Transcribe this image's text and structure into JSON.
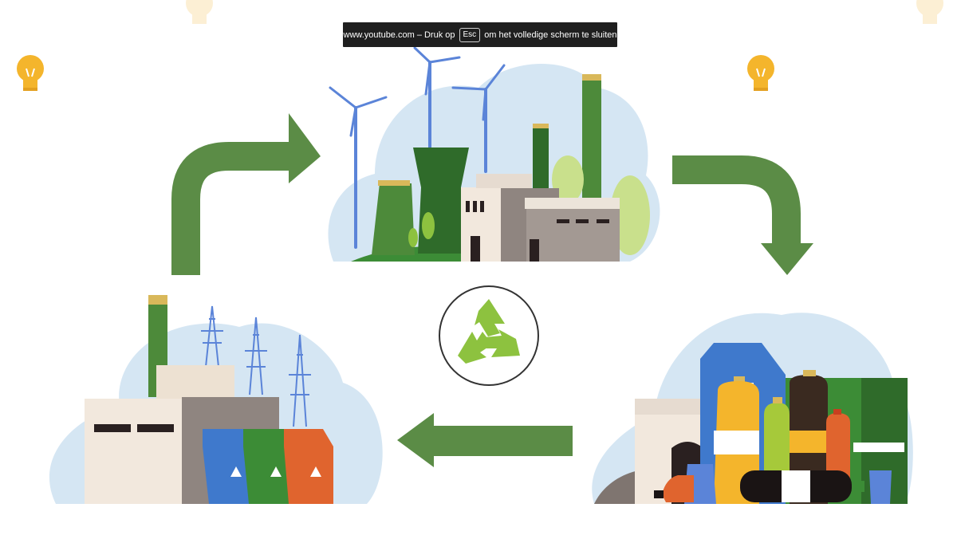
{
  "fullscreen_notice": {
    "prefix": "www.youtube.com – Druk op",
    "key_label": "Esc",
    "suffix": "om het volledige scherm te sluiten"
  },
  "colors": {
    "arrow_green": "#5b8c46",
    "dark_green": "#2f6b2a",
    "mid_green": "#4d8a3a",
    "cloud_blue": "#d5e6f3",
    "factory_beige": "#f2e8dd",
    "factory_grey": "#8f8580",
    "bin_blue": "#3f79cc",
    "bin_green": "#3c8c36",
    "bin_orange": "#e0642e",
    "recycle_green": "#8dc23f",
    "bulb_yellow": "#f4b52c",
    "turbine_blue": "#5b84d8"
  },
  "icons": {
    "center": "recycle-icon",
    "corners": "lightbulb-icon"
  }
}
